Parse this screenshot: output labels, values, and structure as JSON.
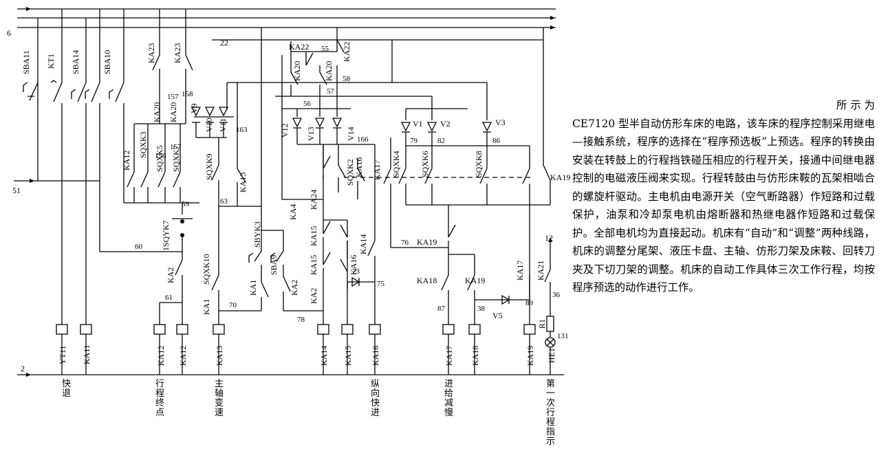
{
  "diagram": {
    "bus_labels": {
      "top": "6",
      "left_mid": "51",
      "bottom": "2",
      "mid_22": "22",
      "right_12": "12"
    },
    "top_switches": [
      "SBA11",
      "KT1",
      "SBA14",
      "SBA10",
      "KA23",
      "KA23"
    ],
    "top_relays": [
      "KA22",
      "55",
      "KA22",
      "KA20",
      "KA20",
      "58",
      "57",
      "56"
    ],
    "wire_numbers": [
      "157",
      "158",
      "156",
      "157",
      "163",
      "166",
      "79",
      "82",
      "86",
      "59",
      "63",
      "60",
      "61",
      "70",
      "78",
      "73",
      "75",
      "76",
      "87",
      "38",
      "89",
      "36",
      "131"
    ],
    "contacts": [
      "SQXK3",
      "SQXK5",
      "SQXK7",
      "KA20",
      "KA20",
      "KA12",
      "SQXK9",
      "KA13",
      "1SQYK7",
      "KA2",
      "SQXK10",
      "KA1",
      "SBYK3",
      "SBA9",
      "KA1",
      "KA2",
      "KA4",
      "KA24",
      "KA15",
      "KA15",
      "KA2",
      "KA16",
      "KA14",
      "SQXK2",
      "KA16",
      "KA17",
      "SQXK4",
      "SQXK6",
      "SQXK8",
      "KA19",
      "KA19",
      "KA18",
      "KA19",
      "KA17",
      "KA21",
      "R1"
    ],
    "diodes": [
      "V9",
      "V10",
      "V11",
      "V12",
      "V13",
      "V14",
      "V1",
      "V2",
      "V3",
      "V5"
    ],
    "coils": [
      "YT11",
      "KA11",
      "KA12",
      "KA12",
      "KA13",
      "KA14",
      "KA15",
      "KA16",
      "KA17",
      "KA18",
      "KA19",
      "HE1"
    ],
    "captions": {
      "fast_return": "快退",
      "stroke_end": "行程终点",
      "spindle_speed": "主轴变速",
      "longitudinal_fast": "纵向快进",
      "feed_slow": "进给减慢",
      "first_stroke": "第一次行程指示"
    }
  },
  "description": {
    "lead": "所 示 为",
    "body": "CE7120 型半自动仿形车床的电路，该车床的程序控制采用继电—接触系统，程序的选择在“程序预选板”上预选。程序的转换由安装在转鼓上的行程挡铁碰压相应的行程开关，接通中间继电器控制的电磁液压阀来实现。行程转鼓由与仿形床鞍的瓦架相啮合的螺旋杆驱动。主电机由电源开关（空气断路器）作短路和过载保护，油泵和冷却泵电机由熔断器和热继电器作短路和过载保护。全部电机均为直接起动。机床有“自动”和“调整”两种线路，机床的调整分尾架、液压卡盘、主轴、仿形刀架及床鞍、回转刀夹及下切刀架的调整。机床的自动工作具体三次工作行程，均按程序预选的动作进行工作。"
  }
}
